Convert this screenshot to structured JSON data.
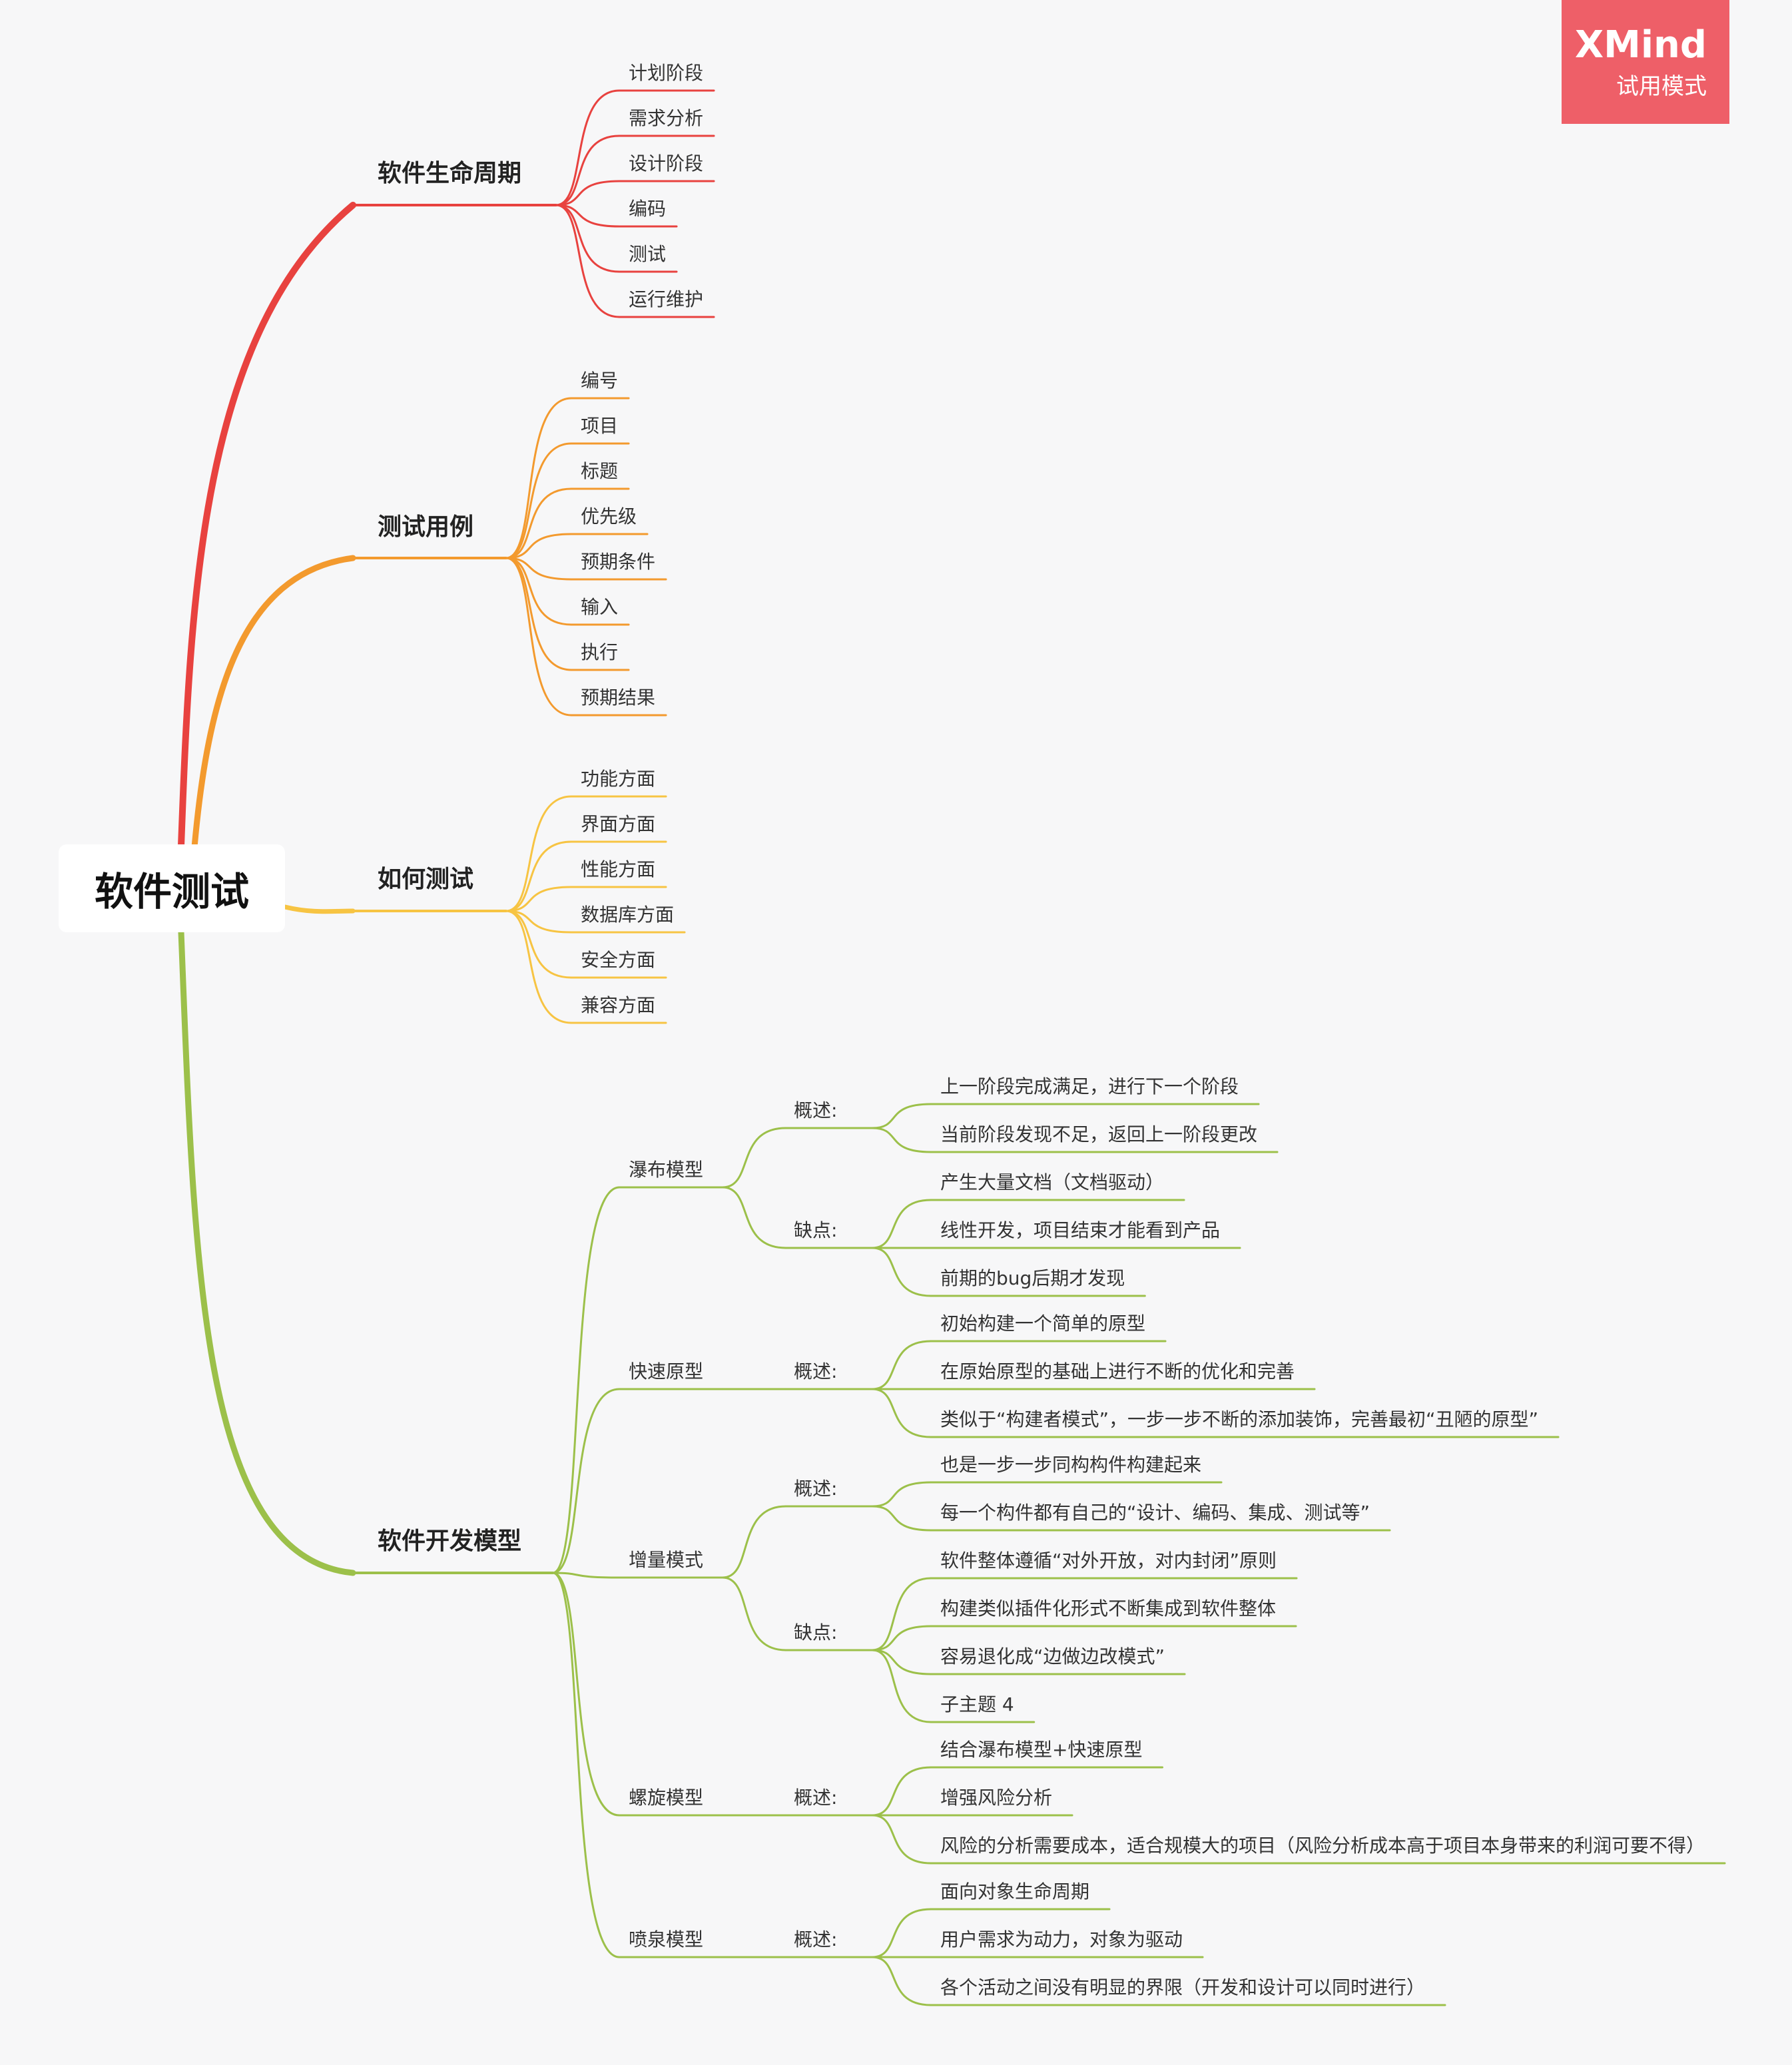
{
  "root": "软件测试",
  "watermark": {
    "brand": "XMind",
    "mode": "试用模式"
  },
  "colors": {
    "red": "#e8423f",
    "orange": "#f39a2e",
    "yellow": "#f7c443",
    "green": "#9cc04a"
  },
  "branches": [
    {
      "label": "软件生命周期",
      "items": [
        "计划阶段",
        "需求分析",
        "设计阶段",
        "编码",
        "测试",
        "运行维护"
      ]
    },
    {
      "label": "测试用例",
      "items": [
        "编号",
        "项目",
        "标题",
        "优先级",
        "预期条件",
        "输入",
        "执行",
        "预期结果"
      ]
    },
    {
      "label": "如何测试",
      "items": [
        "功能方面",
        "界面方面",
        "性能方面",
        "数据库方面",
        "安全方面",
        "兼容方面"
      ]
    },
    {
      "label": "软件开发模型",
      "models": [
        {
          "label": "瀑布模型",
          "groups": [
            {
              "label": "概述:",
              "items": [
                "上一阶段完成满足，进行下一个阶段",
                "当前阶段发现不足，返回上一阶段更改"
              ]
            },
            {
              "label": "缺点:",
              "items": [
                "产生大量文档（文档驱动）",
                "线性开发，项目结束才能看到产品",
                "前期的bug后期才发现"
              ]
            }
          ]
        },
        {
          "label": "快速原型",
          "groups": [
            {
              "label": "概述:",
              "items": [
                "初始构建一个简单的原型",
                "在原始原型的基础上进行不断的优化和完善",
                "类似于“构建者模式”，一步一步不断的添加装饰，完善最初“丑陋的原型”"
              ]
            }
          ]
        },
        {
          "label": "增量模式",
          "groups": [
            {
              "label": "概述:",
              "items": [
                "也是一步一步同构构件构建起来",
                "每一个构件都有自己的“设计、编码、集成、测试等”"
              ]
            },
            {
              "label": "缺点:",
              "items": [
                "软件整体遵循“对外开放，对内封闭”原则",
                "构建类似插件化形式不断集成到软件整体",
                "容易退化成“边做边改模式”",
                "子主题 4"
              ]
            }
          ]
        },
        {
          "label": "螺旋模型",
          "groups": [
            {
              "label": "概述:",
              "items": [
                "结合瀑布模型+快速原型",
                "增强风险分析",
                "风险的分析需要成本，适合规模大的项目（风险分析成本高于项目本身带来的利润可要不得）"
              ]
            }
          ]
        },
        {
          "label": "喷泉模型",
          "groups": [
            {
              "label": "概述:",
              "items": [
                "面向对象生命周期",
                "用户需求为动力，对象为驱动",
                "各个活动之间没有明显的界限（开发和设计可以同时进行）"
              ]
            }
          ]
        }
      ]
    }
  ]
}
